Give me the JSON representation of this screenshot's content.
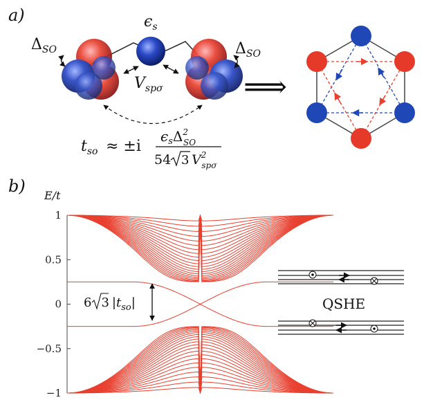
{
  "panel_a": {
    "label": "a)",
    "epsilon_s": "ϵ",
    "epsilon_sub": "s",
    "delta_so_left": "Δ",
    "delta_so_right": "Δ",
    "so_sub": "SO",
    "v_main": "V",
    "v_sub": "spσ",
    "arrow_symbol": "⟹",
    "formula": {
      "lhs": "t",
      "lhs_sub": "so",
      "approx": "≈ ±i",
      "num_main": "ϵ",
      "num_sub": "s",
      "num_delta": "Δ",
      "num_delta_sup": "2",
      "num_delta_sub": "SO",
      "den_coeff": "54",
      "den_sqrt": "3",
      "den_v": "V",
      "den_v_sup": "2",
      "den_v_sub": "spσ"
    }
  },
  "panel_b": {
    "label": "b)",
    "axis_label": "E/t",
    "gap_prefix": "6",
    "gap_sqrt": "3",
    "gap_t": "|t",
    "gap_t_sub": "so",
    "gap_t_close": "|",
    "inset_label": "QSHE",
    "colors": {
      "band": "#e8402f",
      "axis": "#444444"
    }
  },
  "chart_data": {
    "type": "line",
    "title": "",
    "xlabel": "",
    "ylabel": "E/t",
    "ylim": [
      -1,
      1
    ],
    "yticks": [
      1,
      0.5,
      0,
      -0.5,
      -1
    ],
    "ytick_labels": [
      "1",
      "0.5",
      "0",
      "−0.5",
      "−1"
    ],
    "gap_edges": [
      0.25,
      -0.25
    ],
    "series": []
  },
  "colors": {
    "red_atom": "#e53a2a",
    "blue_atom": "#1f47b5",
    "hex_line": "#444444"
  }
}
